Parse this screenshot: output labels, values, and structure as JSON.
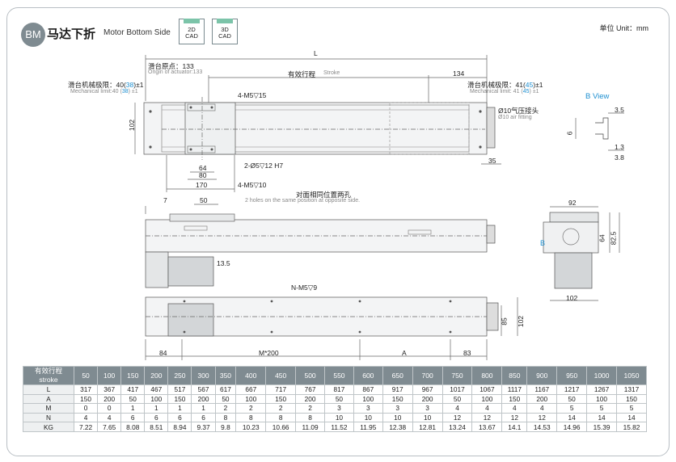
{
  "header": {
    "badge": "BM",
    "title_cn": "马达下折",
    "title_en": "Motor Bottom Side",
    "cad_2d": {
      "top": "2D",
      "bottom": "CAD"
    },
    "cad_3d": {
      "top": "3D",
      "bottom": "CAD"
    },
    "unit": "单位 Unit：mm"
  },
  "labels": {
    "L": "L",
    "origin_cn": "滑台原点：133",
    "origin_en": "Origin of actuator:133",
    "stroke_cn": "有效行程",
    "stroke_en": "Stroke",
    "d134": "134",
    "mech_left_cn_a": "滑台机械极限：40(",
    "mech_left_cn_b": "38",
    "mech_left_cn_c": ")±1",
    "mech_left_en_a": "Mechanical limit:40 (",
    "mech_left_en_b": "38",
    "mech_left_en_c": ") ±1",
    "mech_right_cn_a": "滑台机械极限：41(",
    "mech_right_cn_b": "45",
    "mech_right_cn_c": ")±1",
    "mech_right_en_a": "Mechanical limit: 41 (",
    "mech_right_en_b": "45",
    "mech_right_en_c": ") ±1",
    "m5x15": "4-M5▽15",
    "air_cn": "Ø10气压接头",
    "air_en": "Ø10 air fitting",
    "d102": "102",
    "d64": "64",
    "d80": "80",
    "d170": "170",
    "d35": "35",
    "dowel": "2-Ø5▽12 H7",
    "m5x10": "4-M5▽10",
    "opp_cn": "对面相同位置两孔",
    "opp_en": "2 holes on the same position at opposite side.",
    "d7": "7",
    "d50": "50",
    "d13_5": "13.5",
    "nm5": "N-M5▽9",
    "d84": "84",
    "m200": "M*200",
    "dA": "A",
    "d83": "83",
    "d85": "85",
    "d102_side": "102",
    "d92": "92",
    "d64_end": "64",
    "d82_5": "82.5",
    "d102_end": "102",
    "b_mark": "B",
    "b_view": "B View",
    "d3_5": "3.5",
    "d6": "6",
    "d1_3": "1.3",
    "d3_8": "3.8"
  },
  "table": {
    "header_cn": "有效行程",
    "header_en": "stroke",
    "strokes": [
      "50",
      "100",
      "150",
      "200",
      "250",
      "300",
      "350",
      "400",
      "450",
      "500",
      "550",
      "600",
      "650",
      "700",
      "750",
      "800",
      "850",
      "900",
      "950",
      "1000",
      "1050"
    ],
    "rows": [
      {
        "name": "L",
        "values": [
          "317",
          "367",
          "417",
          "467",
          "517",
          "567",
          "617",
          "667",
          "717",
          "767",
          "817",
          "867",
          "917",
          "967",
          "1017",
          "1067",
          "1117",
          "1167",
          "1217",
          "1267",
          "1317"
        ]
      },
      {
        "name": "A",
        "values": [
          "150",
          "200",
          "50",
          "100",
          "150",
          "200",
          "50",
          "100",
          "150",
          "200",
          "50",
          "100",
          "150",
          "200",
          "50",
          "100",
          "150",
          "200",
          "50",
          "100",
          "150"
        ]
      },
      {
        "name": "M",
        "values": [
          "0",
          "0",
          "1",
          "1",
          "1",
          "1",
          "2",
          "2",
          "2",
          "2",
          "3",
          "3",
          "3",
          "3",
          "4",
          "4",
          "4",
          "4",
          "5",
          "5",
          "5"
        ]
      },
      {
        "name": "N",
        "values": [
          "4",
          "4",
          "6",
          "6",
          "6",
          "6",
          "8",
          "8",
          "8",
          "8",
          "10",
          "10",
          "10",
          "10",
          "12",
          "12",
          "12",
          "12",
          "14",
          "14",
          "14"
        ]
      },
      {
        "name": "KG",
        "values": [
          "7.22",
          "7.65",
          "8.08",
          "8.51",
          "8.94",
          "9.37",
          "9.8",
          "10.23",
          "10.66",
          "11.09",
          "11.52",
          "11.95",
          "12.38",
          "12.81",
          "13.24",
          "13.67",
          "14.1",
          "14.53",
          "14.96",
          "15.39",
          "15.82"
        ]
      }
    ]
  },
  "colors": {
    "accent_blue": "#1d8fd0",
    "badge_gray": "#7f8b91",
    "cad_green": "#7cc4a9"
  }
}
